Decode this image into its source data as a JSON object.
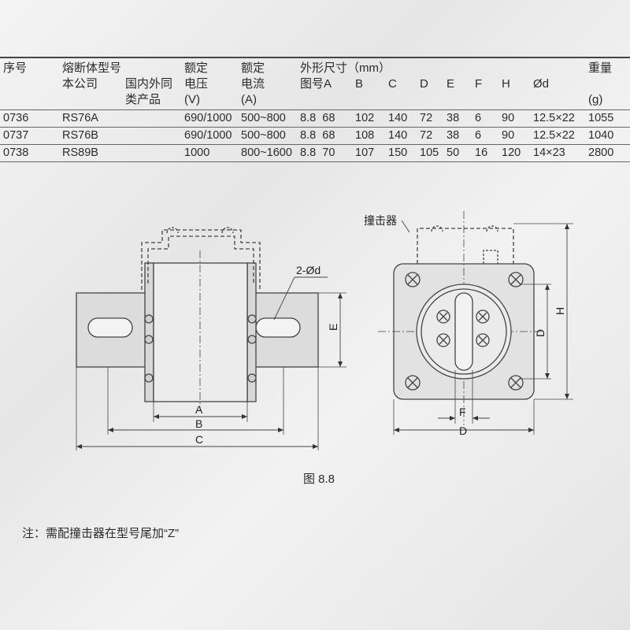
{
  "table": {
    "header_row1": {
      "seq": "序号",
      "model": "熔断体型号",
      "voltage": "额定",
      "current": "额定",
      "dims": "外形尺寸（mm）",
      "weight": "重量"
    },
    "header_row2": {
      "our": "本公司",
      "domestic": "国内外同",
      "voltage": "电压",
      "current": "电流",
      "fig": "图号",
      "A": "A",
      "B": "B",
      "C": "C",
      "D": "D",
      "E": "E",
      "F": "F",
      "H": "H",
      "phi": "Ød"
    },
    "header_row3": {
      "domestic": "类产品",
      "voltage_unit": "(V)",
      "current_unit": "(A)",
      "weight_unit": "(g)"
    },
    "rows": [
      {
        "seq": "0736",
        "model": "RS76A",
        "domestic": "",
        "voltage": "690/1000",
        "current": "500~800",
        "fig": "8.8",
        "A": "68",
        "B": "102",
        "C": "140",
        "D": "72",
        "E": "38",
        "F": "6",
        "H": "90",
        "phi": "12.5×22",
        "weight": "1055"
      },
      {
        "seq": "0737",
        "model": "RS76B",
        "domestic": "",
        "voltage": "690/1000",
        "current": "500~800",
        "fig": "8.8",
        "A": "68",
        "B": "108",
        "C": "140",
        "D": "72",
        "E": "38",
        "F": "6",
        "H": "90",
        "phi": "12.5×22",
        "weight": "1040"
      },
      {
        "seq": "0738",
        "model": "RS89B",
        "domestic": "",
        "voltage": "1000",
        "current": "800~1600",
        "fig": "8.8",
        "A": "70",
        "B": "107",
        "C": "150",
        "D": "105",
        "E": "50",
        "F": "16",
        "H": "120",
        "phi": "14×23",
        "weight": "2800"
      }
    ]
  },
  "drawing": {
    "label_hole": "2-Ød",
    "label_striker": "撞击器",
    "dim_A": "A",
    "dim_B": "B",
    "dim_C": "C",
    "dim_E": "E",
    "dim_D_right": "D",
    "dim_D_bottom": "D",
    "dim_F": "F",
    "dim_H": "H"
  },
  "caption": "图 8.8",
  "note": "注：需配撞击器在型号尾加“Z”"
}
